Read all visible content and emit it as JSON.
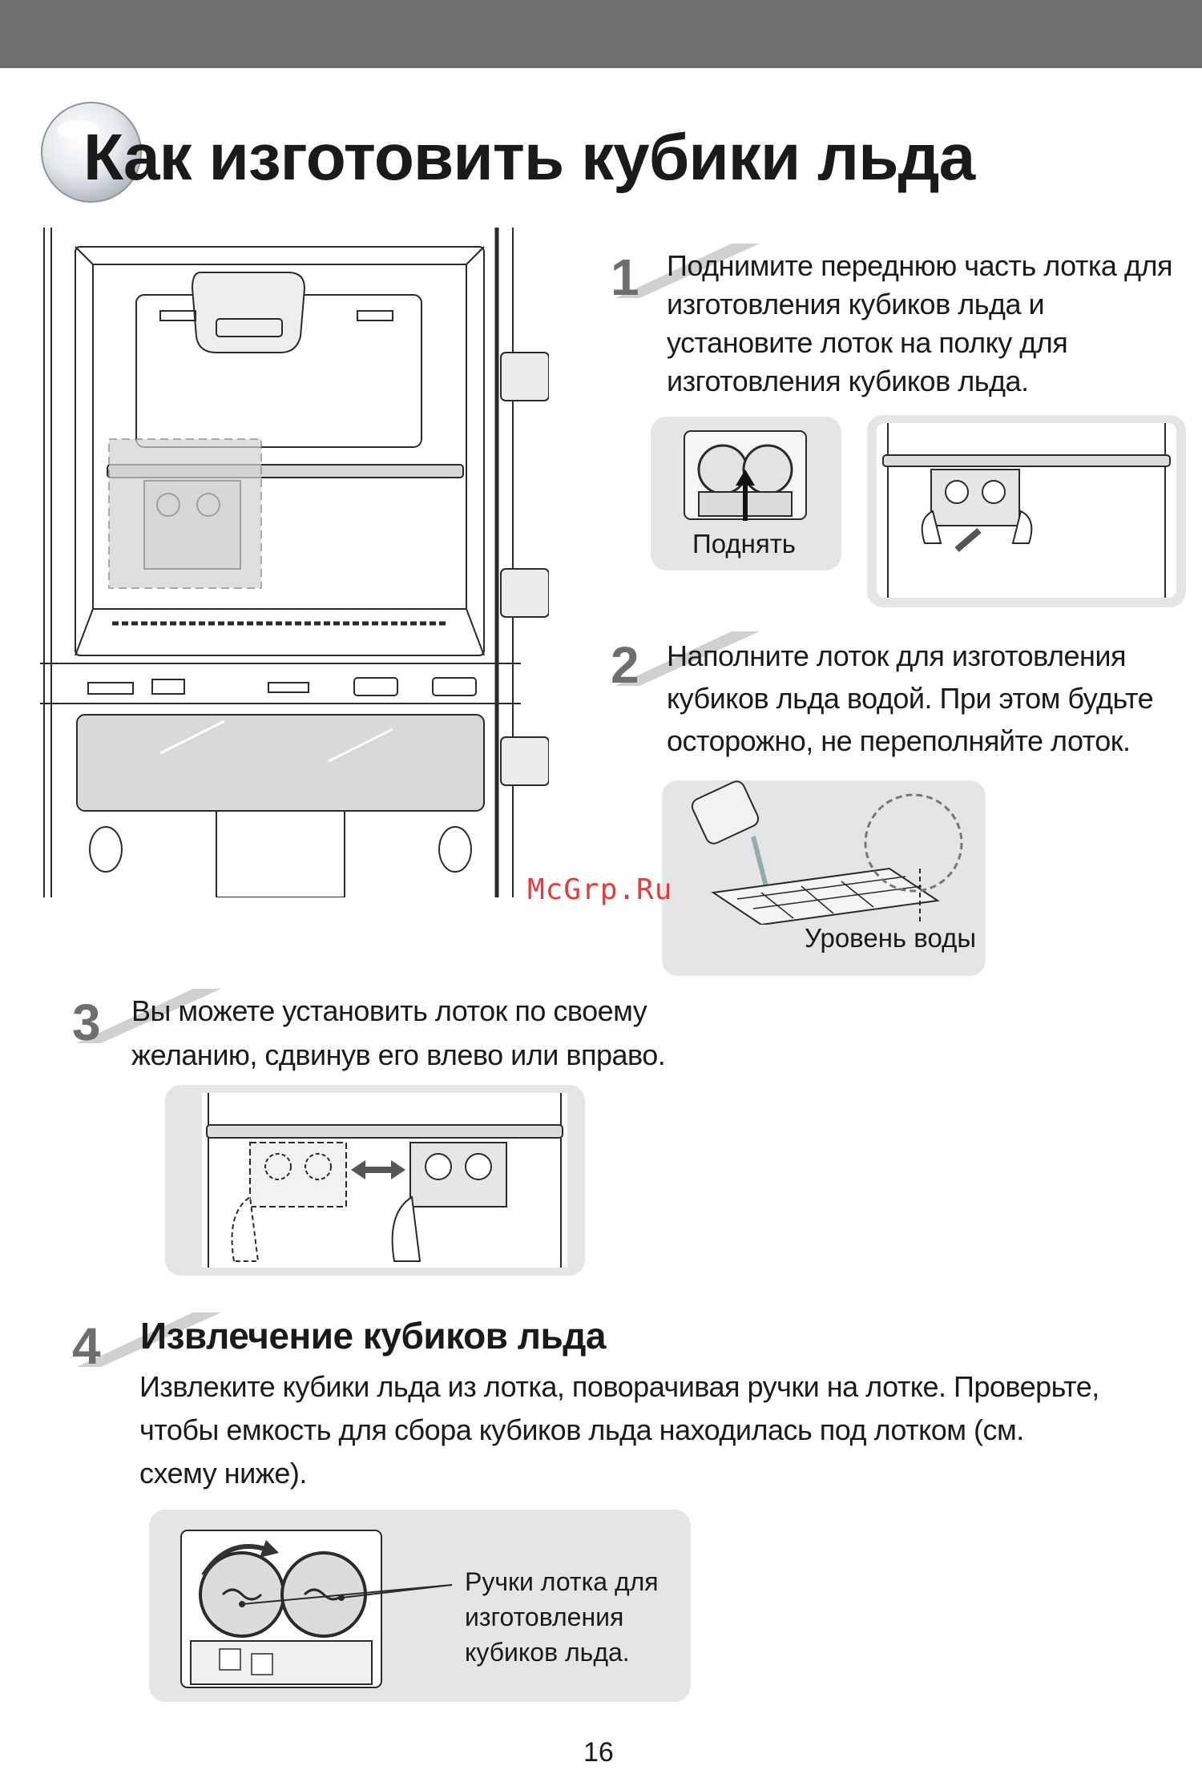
{
  "page": {
    "title": "Как изготовить кубики льда",
    "page_number": "16",
    "watermark": "McGrp.Ru"
  },
  "steps": [
    {
      "number": "1",
      "text": "Поднимите переднюю часть лотка для изготовления кубиков льда и установите лоток на полку для изготовления кубиков льда."
    },
    {
      "number": "2",
      "text": "Наполните лоток для изготовления кубиков льда водой. При этом будьте осторожно, не переполняйте лоток."
    },
    {
      "number": "3",
      "text": "Вы можете установить лоток по своему желанию, сдвинув его влево или вправо."
    },
    {
      "number": "4",
      "heading": "Извлечение кубиков льда",
      "text": "Извлеките кубики льда из лотка, поворачивая ручки на лотке. Проверьте, чтобы емкость для сбора кубиков льда находилась под лотком (см. схему ниже)."
    }
  ],
  "labels": {
    "lift": "Поднять",
    "water_level": "Уровень воды",
    "handles_line1": "Ручки лотка для",
    "handles_line2": "изготовления",
    "handles_line3": "кубиков льда."
  },
  "colors": {
    "header_bar": "#6d6e70",
    "panel": "#e4e5e6",
    "watermark": "#e53b3b"
  }
}
